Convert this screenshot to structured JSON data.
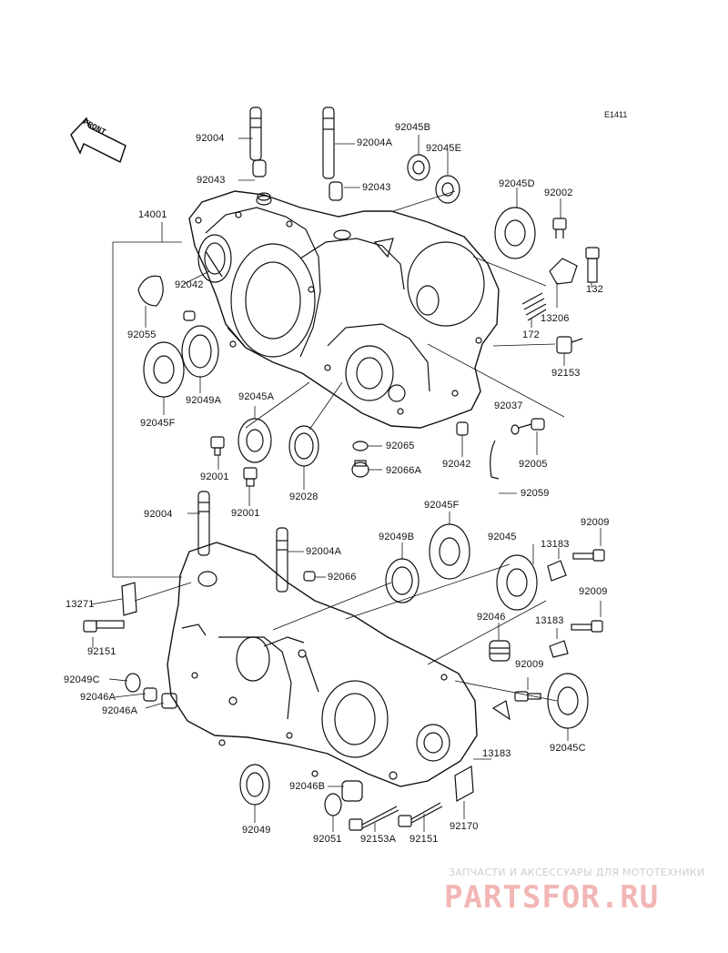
{
  "ref_code": "E1411",
  "front_text": "FRONT",
  "labels": {
    "l92004_top": "92004",
    "l92004A_top": "92004A",
    "l92045B": "92045B",
    "l92045E": "92045E",
    "l92043_a": "92043",
    "l92043_b": "92043",
    "l92045D": "92045D",
    "l92002": "92002",
    "l14001": "14001",
    "l92042_a": "92042",
    "l132": "132",
    "l13206": "13206",
    "l92055": "92055",
    "l172": "172",
    "l92153": "92153",
    "l92049A": "92049A",
    "l92045F_a": "92045F",
    "l92045A": "92045A",
    "l92037": "92037",
    "l92065": "92065",
    "l92042_b": "92042",
    "l92005": "92005",
    "l92001_a": "92001",
    "l92066A": "92066A",
    "l92001_b": "92001",
    "l92028": "92028",
    "l92059": "92059",
    "l92004_bot": "92004",
    "l92045F_b": "92045F",
    "l92045": "92045",
    "l92009_a": "92009",
    "l92049B": "92049B",
    "l13183_a": "13183",
    "l92004A_bot": "92004A",
    "l92066": "92066",
    "l92009_b": "92009",
    "l13271": "13271",
    "l92046": "92046",
    "l13183_b": "13183",
    "l92151_a": "92151",
    "l92009_c": "92009",
    "l92049C": "92049C",
    "l92046A_a": "92046A",
    "l92046A_b": "92046A",
    "l92045C": "92045C",
    "l13183_c": "13183",
    "l92046B": "92046B",
    "l92170": "92170",
    "l92049": "92049",
    "l92051": "92051",
    "l92153A": "92153A",
    "l92151_b": "92151"
  },
  "watermark": {
    "tagline": "ЗАПЧАСТИ И АКСЕССУАРЫ ДЛЯ МОТОТЕХНИКИ",
    "logo": "PARTSFOR.RU"
  }
}
